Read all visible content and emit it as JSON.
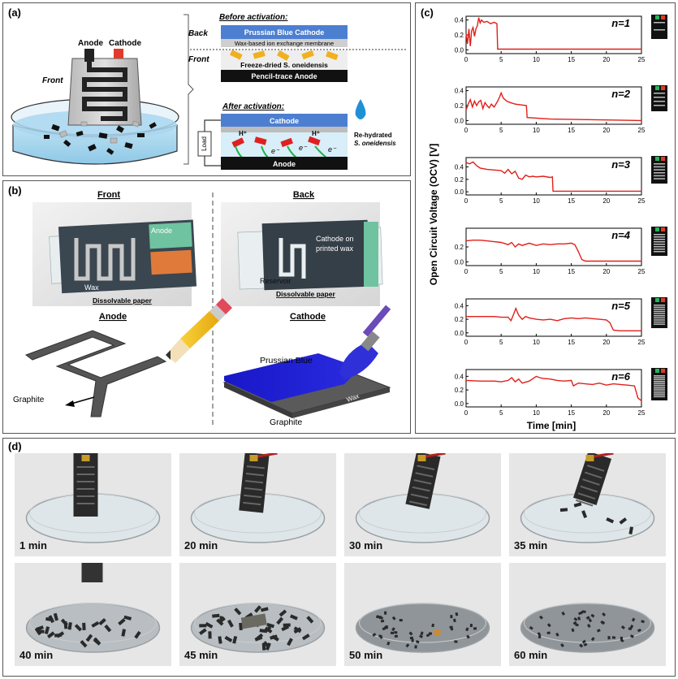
{
  "panel_a": {
    "label": "(a)",
    "anode": "Anode",
    "cathode": "Cathode",
    "front": "Front",
    "before_title": "Before activation:",
    "back": "Back",
    "front_right": "Front",
    "prussian_cathode": "Prussian Blue Cathode",
    "membrane": "Wax-based ion exchange membrane",
    "freeze_dried": "Freeze-dried S. oneidensis",
    "pencil_anode": "Pencil-trace Anode",
    "after_title": "After activation:",
    "cathode_bar": "Cathode",
    "hplus1": "H⁺",
    "hplus2": "H⁺",
    "rehydrated1": "Re-hydrated",
    "rehydrated2": "S. oneidensis",
    "electron1": "e⁻",
    "electron2": "e⁻",
    "electron3": "e⁻",
    "anode_bar": "Anode",
    "load": "Load"
  },
  "panel_b": {
    "label": "(b)",
    "front": "Front",
    "back": "Back",
    "anode_photo": "Anode",
    "wax": "Wax",
    "dissolvable1": "Dissolvable paper",
    "cathode_on1": "Cathode on",
    "cathode_on2": "printed wax",
    "reservoir": "Reservoir",
    "dissolvable2": "Dissolvable paper",
    "anode_title": "Anode",
    "graphite_left": "Graphite",
    "cathode_title": "Cathode",
    "prussian_blue": "Prussian Blue",
    "graphite_right": "Graphite",
    "wax_right": "Wax"
  },
  "panel_c": {
    "label": "(c)",
    "ylabel": "Open Circuit Voltage (OCV) [V]",
    "xlabel": "Time [min]"
  },
  "chart_data": [
    {
      "type": "line",
      "label": "n=1",
      "xlim": [
        0,
        25
      ],
      "ylim": [
        -0.05,
        0.45
      ],
      "yticks": [
        0.0,
        0.2,
        0.4
      ],
      "yticklabels": [
        "0.0",
        "0.2",
        "0.4"
      ],
      "xticks": [
        0,
        5,
        10,
        15,
        20,
        25
      ],
      "color": "#e0201b",
      "series": [
        {
          "x": [
            0,
            0.2,
            0.4,
            0.6,
            0.8,
            1.0,
            1.2,
            1.4,
            1.6,
            1.8,
            2.0,
            2.2,
            2.5,
            3.0,
            3.5,
            4.0,
            4.4,
            4.5,
            25
          ],
          "y": [
            0.22,
            0.08,
            0.28,
            0.05,
            0.26,
            0.3,
            0.18,
            0.28,
            0.32,
            0.43,
            0.36,
            0.4,
            0.37,
            0.38,
            0.35,
            0.37,
            0.35,
            0.01,
            0.01
          ]
        }
      ]
    },
    {
      "type": "line",
      "label": "n=2",
      "xlim": [
        0,
        25
      ],
      "ylim": [
        -0.05,
        0.45
      ],
      "yticks": [
        0.0,
        0.2,
        0.4
      ],
      "yticklabels": [
        "0.0",
        "0.2",
        "0.4"
      ],
      "xticks": [
        0,
        5,
        10,
        15,
        20,
        25
      ],
      "color": "#e0201b",
      "series": [
        {
          "x": [
            0,
            0.3,
            0.6,
            0.9,
            1.2,
            1.5,
            1.8,
            2.1,
            2.4,
            2.7,
            3.0,
            3.3,
            3.6,
            4.0,
            4.5,
            4.8,
            5.0,
            5.3,
            5.8,
            6.3,
            7.0,
            7.8,
            8.6,
            8.7,
            12,
            25
          ],
          "y": [
            0.14,
            0.22,
            0.28,
            0.18,
            0.26,
            0.2,
            0.25,
            0.27,
            0.16,
            0.24,
            0.2,
            0.17,
            0.22,
            0.18,
            0.26,
            0.32,
            0.37,
            0.3,
            0.26,
            0.24,
            0.22,
            0.21,
            0.2,
            0.04,
            0.02,
            0.0
          ]
        }
      ]
    },
    {
      "type": "line",
      "label": "n=3",
      "xlim": [
        0,
        25
      ],
      "ylim": [
        -0.05,
        0.55
      ],
      "yticks": [
        0.0,
        0.2,
        0.4
      ],
      "yticklabels": [
        "0.0",
        "0.2",
        "0.4"
      ],
      "xticks": [
        0,
        5,
        10,
        15,
        20,
        25
      ],
      "color": "#e0201b",
      "series": [
        {
          "x": [
            0,
            0.5,
            1.0,
            1.5,
            2.0,
            3.0,
            4.0,
            5.0,
            5.5,
            6.0,
            6.5,
            7.0,
            7.5,
            8.0,
            8.5,
            9.0,
            9.5,
            10.0,
            11.0,
            12.0,
            12.3,
            12.4,
            25
          ],
          "y": [
            0.47,
            0.45,
            0.48,
            0.42,
            0.38,
            0.36,
            0.35,
            0.34,
            0.3,
            0.36,
            0.29,
            0.33,
            0.22,
            0.2,
            0.27,
            0.24,
            0.25,
            0.24,
            0.25,
            0.23,
            0.24,
            0.01,
            0.01
          ]
        }
      ]
    },
    {
      "type": "line",
      "label": "n=4",
      "xlim": [
        0,
        25
      ],
      "ylim": [
        -0.05,
        0.45
      ],
      "yticks": [
        0.0,
        0.2
      ],
      "yticklabels": [
        "0.0",
        "0.2"
      ],
      "xticks": [
        0,
        5,
        10,
        15,
        20,
        25
      ],
      "color": "#e0201b",
      "series": [
        {
          "x": [
            0,
            1,
            2,
            3,
            4,
            5,
            6,
            6.5,
            7,
            7.5,
            8,
            9,
            10,
            11,
            12,
            13,
            14,
            15,
            15.5,
            16,
            16.5,
            17,
            25
          ],
          "y": [
            0.28,
            0.29,
            0.29,
            0.28,
            0.27,
            0.26,
            0.23,
            0.26,
            0.2,
            0.24,
            0.22,
            0.25,
            0.22,
            0.24,
            0.23,
            0.24,
            0.24,
            0.25,
            0.23,
            0.14,
            0.03,
            0.01,
            0.01
          ]
        }
      ]
    },
    {
      "type": "line",
      "label": "n=5",
      "xlim": [
        0,
        25
      ],
      "ylim": [
        -0.05,
        0.5
      ],
      "yticks": [
        0.0,
        0.2,
        0.4
      ],
      "yticklabels": [
        "0.0",
        "0.2",
        "0.4"
      ],
      "xticks": [
        0,
        5,
        10,
        15,
        20,
        25
      ],
      "color": "#e0201b",
      "series": [
        {
          "x": [
            0,
            1,
            2,
            3,
            4,
            5,
            6,
            6.4,
            6.8,
            7.1,
            7.5,
            8,
            8.5,
            9,
            10,
            11,
            12,
            13,
            14,
            15,
            16,
            17,
            18,
            19,
            20,
            20.5,
            21,
            22,
            25
          ],
          "y": [
            0.24,
            0.24,
            0.24,
            0.24,
            0.24,
            0.23,
            0.23,
            0.18,
            0.28,
            0.36,
            0.26,
            0.2,
            0.24,
            0.22,
            0.2,
            0.19,
            0.2,
            0.18,
            0.21,
            0.22,
            0.21,
            0.22,
            0.21,
            0.2,
            0.19,
            0.15,
            0.04,
            0.03,
            0.03
          ]
        }
      ]
    },
    {
      "type": "line",
      "label": "n=6",
      "xlim": [
        0,
        25
      ],
      "ylim": [
        -0.05,
        0.5
      ],
      "yticks": [
        0.0,
        0.2,
        0.4
      ],
      "yticklabels": [
        "0.0",
        "0.2",
        "0.4"
      ],
      "xticks": [
        0,
        5,
        10,
        15,
        20,
        25
      ],
      "color": "#e0201b",
      "series": [
        {
          "x": [
            0,
            2,
            4,
            5,
            6,
            6.5,
            7,
            7.5,
            8,
            9,
            10,
            10.5,
            11,
            12,
            13,
            14,
            15,
            15.3,
            16,
            17,
            18,
            19,
            20,
            21,
            22,
            23,
            24,
            24.5,
            25
          ],
          "y": [
            0.34,
            0.33,
            0.33,
            0.32,
            0.34,
            0.38,
            0.32,
            0.36,
            0.3,
            0.33,
            0.4,
            0.38,
            0.37,
            0.36,
            0.34,
            0.33,
            0.34,
            0.26,
            0.3,
            0.29,
            0.28,
            0.3,
            0.27,
            0.29,
            0.28,
            0.27,
            0.26,
            0.08,
            0.04
          ]
        }
      ]
    }
  ],
  "panel_d": {
    "label": "(d)",
    "times": [
      "1 min",
      "20 min",
      "30 min",
      "35 min",
      "40 min",
      "45 min",
      "50 min",
      "60 min"
    ]
  }
}
